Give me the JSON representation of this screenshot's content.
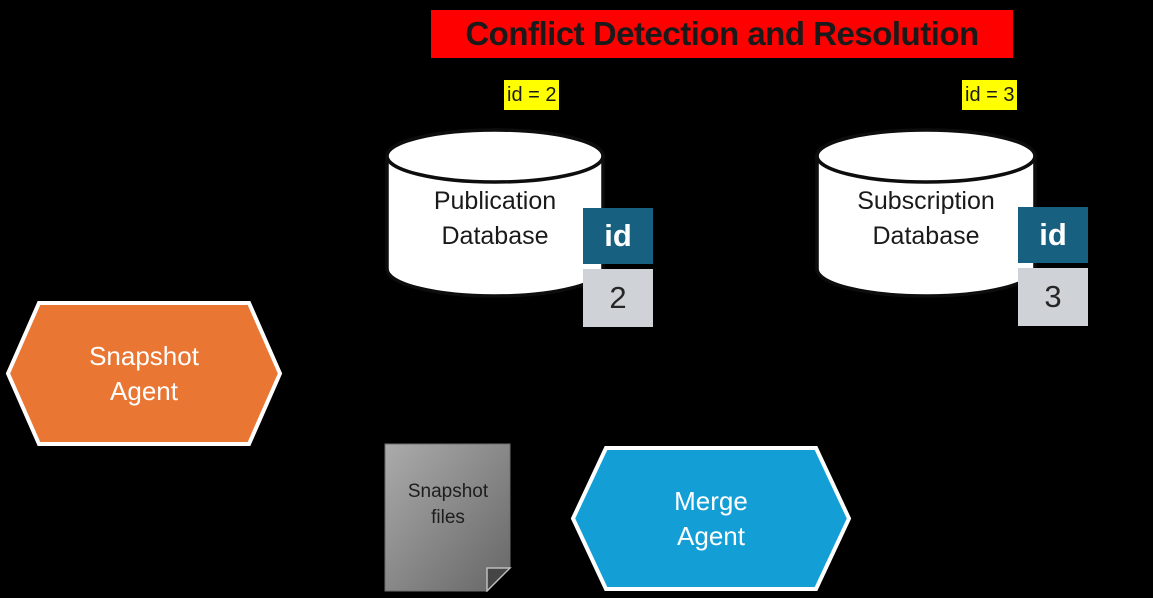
{
  "colors": {
    "background": "#000000",
    "title_bg": "#FF0000",
    "title_text": "#1A1A1A",
    "highlight_bg": "#FFFF00",
    "cylinder_fill": "#FFFFFF",
    "cylinder_stroke": "#0D0D0D",
    "table_header_bg": "#17607F",
    "table_header_text": "#FFFFFF",
    "table_cell_bg": "#CFD3D8",
    "snapshot_agent_fill": "#E97632",
    "merge_agent_fill": "#149ED6",
    "shape_border": "#FFFFFF"
  },
  "title": {
    "text": "Conflict Detection and Resolution"
  },
  "publication": {
    "id_label": "id = 2",
    "name_line1": "Publication",
    "name_line2": "Database",
    "table": {
      "header": "id",
      "value": "2"
    }
  },
  "subscription": {
    "id_label": "id = 3",
    "name_line1": "Subscription",
    "name_line2": "Database",
    "table": {
      "header": "id",
      "value": "3"
    }
  },
  "snapshot_agent": {
    "line1": "Snapshot",
    "line2": "Agent"
  },
  "merge_agent": {
    "line1": "Merge",
    "line2": "Agent"
  },
  "snapshot_files": {
    "line1": "Snapshot",
    "line2": "files"
  }
}
